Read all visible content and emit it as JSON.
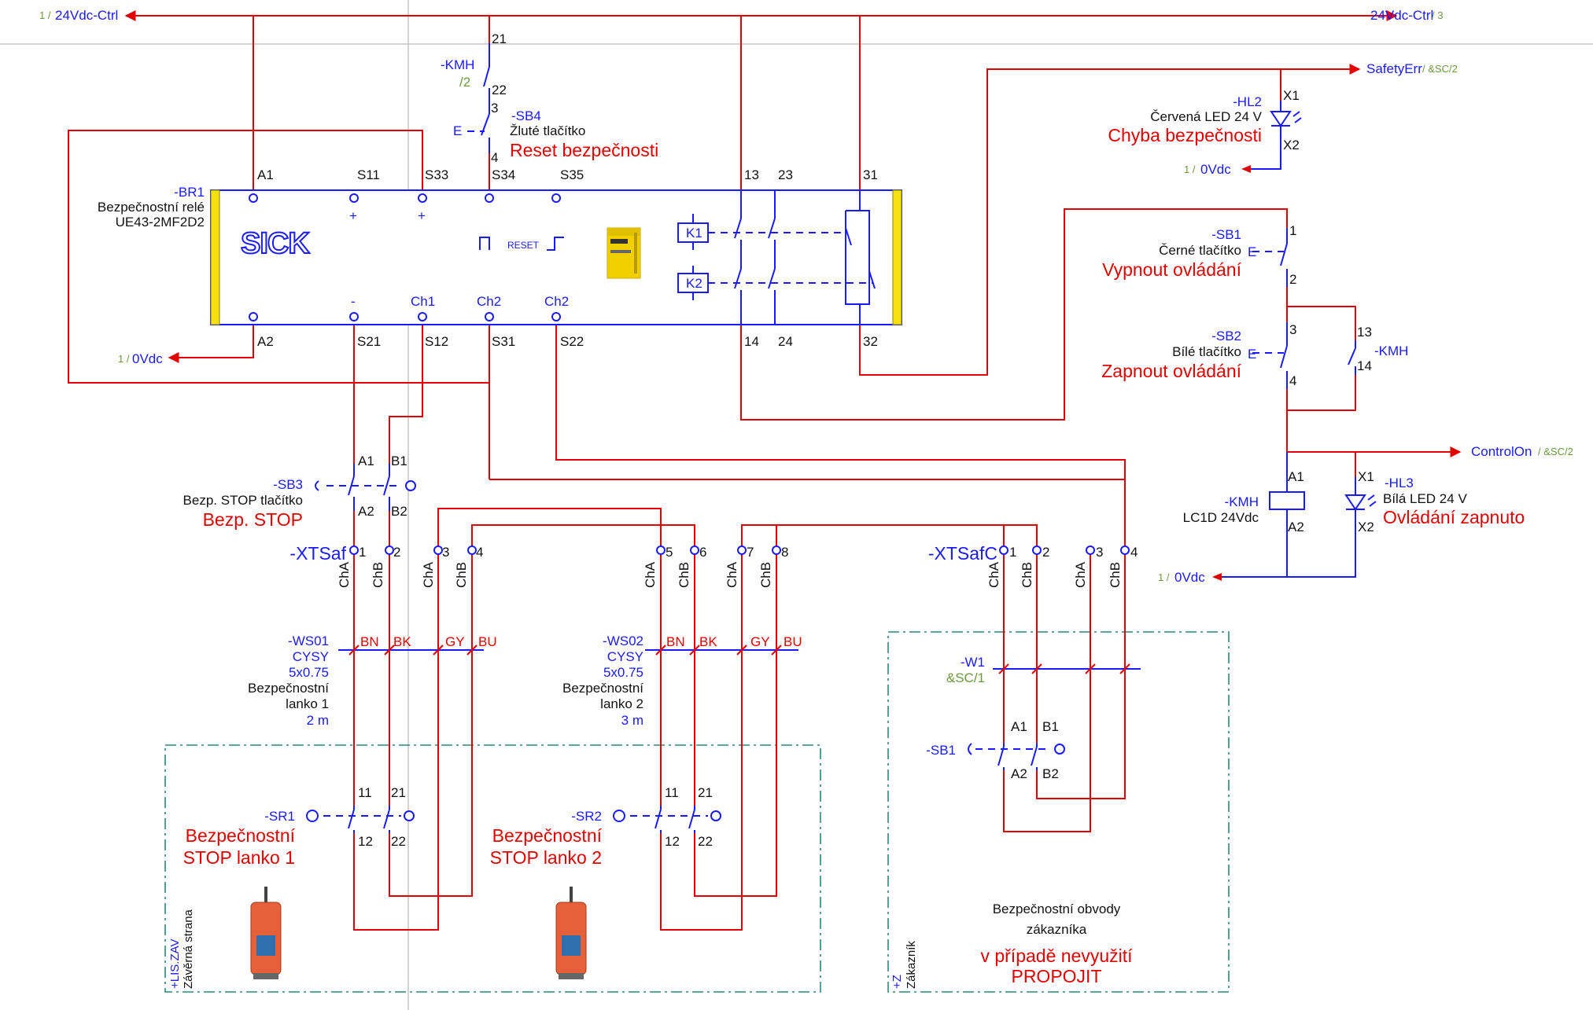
{
  "rails": {
    "left_top": {
      "prefix": "1 /",
      "label": "24Vdc-Ctrl"
    },
    "right_top": {
      "label": "24Vdc-Ctrl",
      "suffix": "/ 3"
    },
    "safety_err": {
      "label": "SafetyErr",
      "suffix": "/ &SC/2"
    },
    "zero_left": {
      "prefix": "1 /",
      "label": "0Vdc"
    },
    "zero_hl2": {
      "prefix": "1 /",
      "label": "0Vdc"
    },
    "zero_kmh": {
      "prefix": "1 /",
      "label": "0Vdc"
    },
    "control_on": {
      "label": "ControlOn",
      "suffix": "/ &SC/2"
    }
  },
  "kmh_contact": {
    "tag": "-KMH",
    "ref": "/2",
    "pin_top": "21",
    "pin_bot": "22"
  },
  "sb4": {
    "tag": "-SB4",
    "desc": "Žluté tlačítko",
    "title": "Reset bezpečnosti",
    "pin_top": "3",
    "pin_bot": "4",
    "actuator": "E"
  },
  "relay": {
    "tag": "-BR1",
    "line1": "Bezpečnostní relé",
    "line2": "UE43-2MF2D2",
    "logo": "SICK",
    "reset_label": "RESET",
    "top_pins": [
      "A1",
      "S11",
      "S33",
      "S34",
      "S35",
      "13",
      "23",
      "31"
    ],
    "bottom_pins": [
      "A2",
      "S21",
      "S12",
      "S31",
      "S22",
      "14",
      "24",
      "32"
    ],
    "top_inner": [
      "+",
      "+"
    ],
    "bottom_inner": [
      "-",
      "Ch1",
      "Ch2",
      "Ch2"
    ],
    "coils": [
      "K1",
      "K2"
    ]
  },
  "hl2": {
    "tag": "-HL2",
    "desc": "Červená LED 24 V",
    "title": "Chyba bezpečnosti",
    "pin_top": "X1",
    "pin_bot": "X2"
  },
  "sb1_black": {
    "tag": "-SB1",
    "desc": "Černé tlačítko",
    "title": "Vypnout ovládání",
    "pin_top": "1",
    "pin_bot": "2",
    "actuator": "E"
  },
  "sb2": {
    "tag": "-SB2",
    "desc": "Bílé tlačítko",
    "title": "Zapnout ovládání",
    "pin_top": "3",
    "pin_bot": "4",
    "actuator": "E"
  },
  "kmh_self": {
    "tag": "-KMH",
    "pin_top": "13",
    "pin_bot": "14"
  },
  "kmh_coil": {
    "tag": "-KMH",
    "desc": "LC1D 24Vdc",
    "pin_top": "A1",
    "pin_bot": "A2"
  },
  "hl3": {
    "tag": "-HL3",
    "desc": "Bílá LED 24 V",
    "title": "Ovládání zapnuto",
    "pin_top": "X1",
    "pin_bot": "X2"
  },
  "sb3": {
    "tag": "-SB3",
    "desc": "Bezp. STOP tlačítko",
    "title": "Bezp. STOP",
    "pins_top": [
      "A1",
      "B1"
    ],
    "pins_bot": [
      "A2",
      "B2"
    ]
  },
  "xtsaf": {
    "tag": "-XTSaf",
    "pins": [
      "1",
      "2",
      "3",
      "4",
      "5",
      "6",
      "7",
      "8"
    ],
    "channels": [
      "ChA",
      "ChB",
      "ChA",
      "ChB",
      "ChA",
      "ChB",
      "ChA",
      "ChB"
    ]
  },
  "xtsafc": {
    "tag": "-XTSafC",
    "pins": [
      "1",
      "2",
      "3",
      "4"
    ],
    "channels": [
      "ChA",
      "ChB",
      "ChA",
      "ChB"
    ]
  },
  "ws01": {
    "tag": "-WS01",
    "type": "CYSY",
    "size": "5x0.75",
    "desc1": "Bezpečnostní",
    "desc2": "lanko 1",
    "length": "2 m",
    "cores": [
      "BN",
      "BK",
      "GY",
      "BU"
    ]
  },
  "ws02": {
    "tag": "-WS02",
    "type": "CYSY",
    "size": "5x0.75",
    "desc1": "Bezpečnostní",
    "desc2": "lanko 2",
    "length": "3 m",
    "cores": [
      "BN",
      "BK",
      "GY",
      "BU"
    ]
  },
  "w1": {
    "tag": "-W1",
    "ref": "&SC/1"
  },
  "sb1_cust": {
    "tag": "-SB1",
    "pins_top": [
      "A1",
      "B1"
    ],
    "pins_bot": [
      "A2",
      "B2"
    ]
  },
  "sr1": {
    "tag": "-SR1",
    "title1": "Bezpečnostní",
    "title2": "STOP lanko 1",
    "pins_top": [
      "11",
      "21"
    ],
    "pins_bot": [
      "12",
      "22"
    ]
  },
  "sr2": {
    "tag": "-SR2",
    "title1": "Bezpečnostní",
    "title2": "STOP lanko 2",
    "pins_top": [
      "11",
      "21"
    ],
    "pins_bot": [
      "12",
      "22"
    ]
  },
  "zones": {
    "lis": {
      "tag": "+LIS.ZAV",
      "desc": "Závěrná strana"
    },
    "z": {
      "tag": "+Z",
      "desc": "Zákazník"
    }
  },
  "customer_note": {
    "line1": "Bezpečnostní obvody",
    "line2": "zákazníka",
    "warn1": "v případě nevyužití",
    "warn2": "PROPOJIT"
  },
  "colors": {
    "wire_red": "#e00000",
    "wire_blue": "#1a1aff",
    "zone_border": "#2a8a7a",
    "relay_yellow": "#f5e010"
  }
}
